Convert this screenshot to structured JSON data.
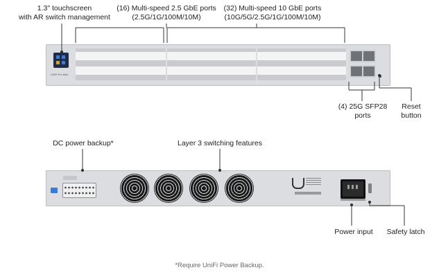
{
  "front": {
    "labels": {
      "touchscreen": [
        "1.3\" touchscreen",
        "with AR switch management"
      ],
      "ports_2_5g": [
        "(16) Multi-speed 2.5 GbE ports",
        "(2.5G/1G/100M/10M)"
      ],
      "ports_10g": [
        "(32) Multi-speed 10 GbE ports",
        "(10G/5G/2.5G/1G/100M/10M)"
      ],
      "sfp28": [
        "(4) 25G SFP28",
        "ports"
      ],
      "reset": [
        "Reset",
        "button"
      ]
    },
    "device_model_text": "USW Pro Max"
  },
  "rear": {
    "labels": {
      "dc_power": "DC power backup*",
      "layer3": "Layer 3 switching features",
      "power_input": "Power input",
      "safety_latch": "Safety latch"
    }
  },
  "footnote": "*Require UniFi Power Backup.",
  "colors": {
    "chassis": "#dcdde0",
    "chassis_edge": "#b9bbbf",
    "port_face": "#f4f4f5",
    "port_dark": "#6f7378",
    "screen": "#1e2b44",
    "fan": "#1a1a1a",
    "callout": "#333333"
  },
  "icons": [
    "touchscreen-icon",
    "fan-icon",
    "ubiquiti-logo-icon",
    "power-socket-icon"
  ]
}
